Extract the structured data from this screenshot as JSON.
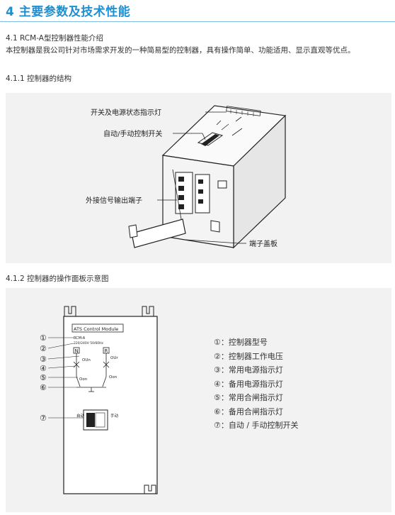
{
  "section_title": "4 主要参数及技术性能",
  "subsection_41": "4.1 RCM-A型控制器性能介绍",
  "intro_paragraph": "本控制器是我公司针对市场需求开发的一种简易型的控制器，具有操作简单、功能适用、显示直观等优点。",
  "subsection_411": "4.1.1 控制器的结构",
  "structure_labels": {
    "indicator": "开关及电源状态指示灯",
    "manual_switch": "自动/手动控制开关",
    "terminal": "外接信号输出端子",
    "cover": "端子盖板"
  },
  "subsection_412": "4.1.2 控制器的操作面板示意图",
  "panel_drawing": {
    "module_title": "ATS Control Module",
    "model": "RCM-A",
    "voltage": "220/240V   50/60Hz",
    "n_box": "N",
    "r_box": "R",
    "our_n": "OUn",
    "our_r": "OUr",
    "oon_left": "Oon",
    "oon_right": "Oon",
    "auto_label": "自动",
    "manual_label": "手动",
    "markers": [
      "①",
      "②",
      "③",
      "④",
      "⑤",
      "⑥",
      "⑦"
    ]
  },
  "legend": [
    "①：控制器型号",
    "②：控制器工作电压",
    "③：常用电源指示灯",
    "④：备用电源指示灯",
    "⑤：常用合闸指示灯",
    "⑥：备用合闸指示灯",
    "⑦：自动 / 手动控制开关"
  ]
}
